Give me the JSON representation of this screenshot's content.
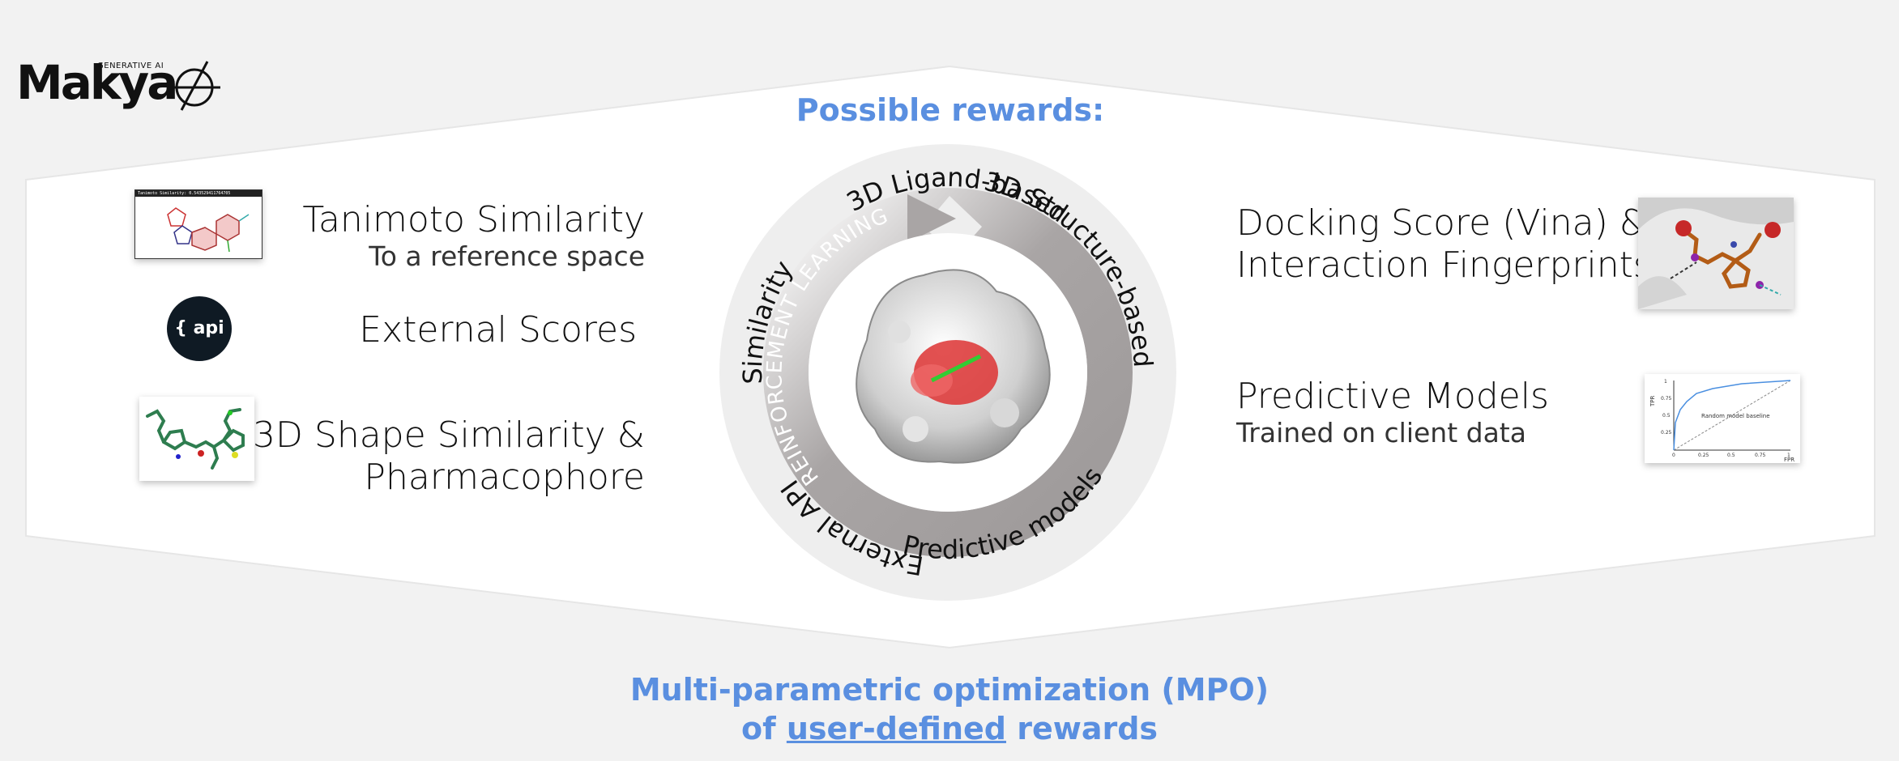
{
  "brand": {
    "name": "Makya",
    "tagline": "GENERATIVE AI"
  },
  "header": {
    "title": "Possible rewards:"
  },
  "ring": {
    "center_label": "REINFORCEMENT LEARNING",
    "segments": [
      "3D Ligand-based",
      "3D Structure-based",
      "Predictive models",
      "External API",
      "Similarity"
    ]
  },
  "left_rewards": [
    {
      "main": "Tanimoto Similarity",
      "sub": "To a reference space"
    },
    {
      "main": "External Scores",
      "sub": ""
    },
    {
      "main": "3D Shape Similarity &",
      "main2": "Pharmacophore"
    }
  ],
  "right_rewards": [
    {
      "main": "Docking Score (Vina) &",
      "main2": "Interaction Fingerprints"
    },
    {
      "main": "Predictive Models",
      "sub": "Trained on client data"
    }
  ],
  "thumbnails": {
    "tanimoto_caption": "Tanimoto Similarity: 0.543529411764705",
    "api_badge": "{ api }",
    "roc": {
      "ylabel": "TPR",
      "xlabel": "FPR",
      "baseline_label": "Random model baseline",
      "yticks": [
        "1",
        "0.75",
        "0.5",
        "0.25"
      ],
      "xticks": [
        "0",
        "0.25",
        "0.5",
        "0.75",
        "1"
      ]
    }
  },
  "footer": {
    "line1": "Multi-parametric optimization (MPO)",
    "line2_prefix": "of ",
    "line2_underlined": "user-defined",
    "line2_suffix": " rewards"
  },
  "colors": {
    "accent": "#5a8fe0",
    "ring": "#a09c9c",
    "panel": "#ffffff",
    "background": "#f2f2f2"
  }
}
